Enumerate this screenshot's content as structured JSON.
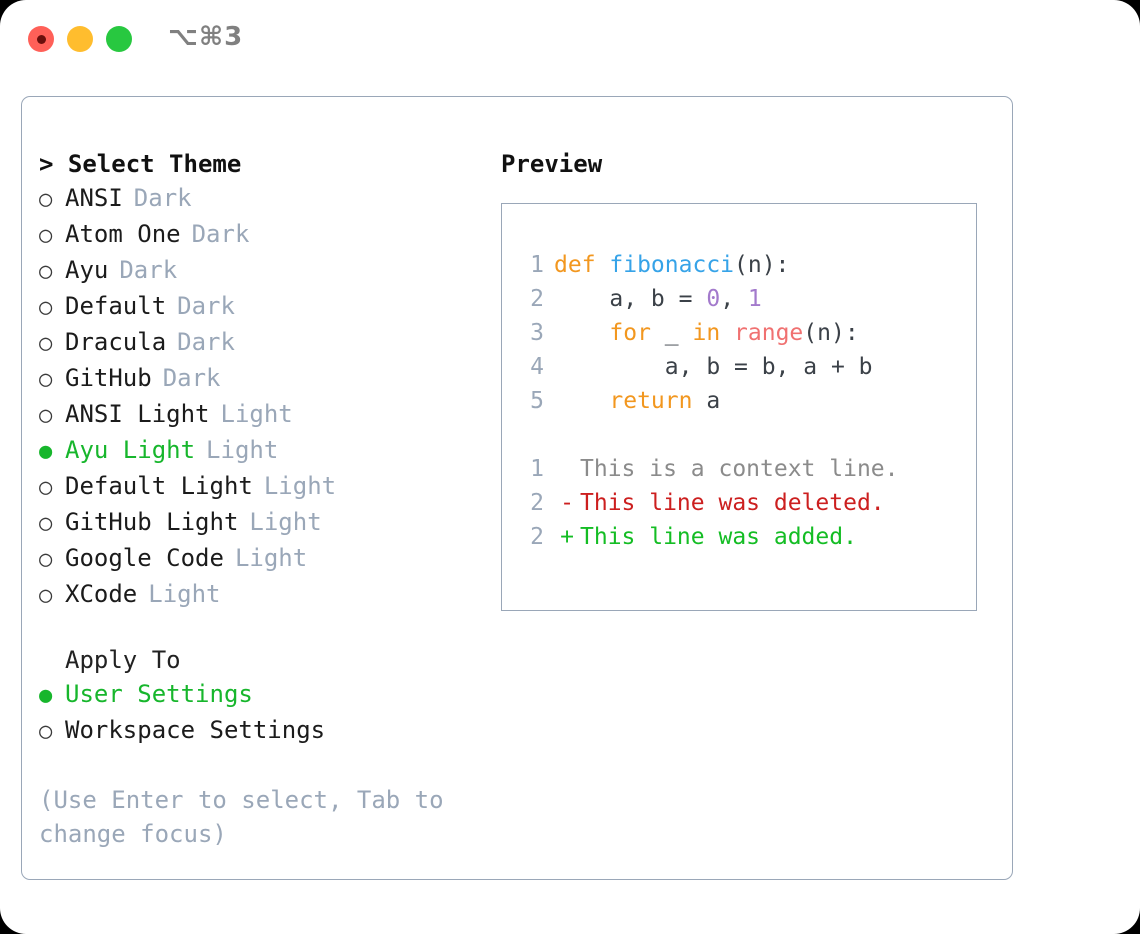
{
  "titlebar": {
    "shortcut": "⌥⌘3",
    "lights": [
      {
        "name": "close",
        "color": "#ff6058"
      },
      {
        "name": "minimize",
        "color": "#ffbd2e"
      },
      {
        "name": "maximize",
        "color": "#28c840"
      }
    ]
  },
  "theme_section": {
    "header": "> Select Theme",
    "options": [
      {
        "bullet": "○",
        "label": "ANSI",
        "meta": "Dark",
        "selected": false
      },
      {
        "bullet": "○",
        "label": "Atom One",
        "meta": "Dark",
        "selected": false
      },
      {
        "bullet": "○",
        "label": "Ayu",
        "meta": "Dark",
        "selected": false
      },
      {
        "bullet": "○",
        "label": "Default",
        "meta": "Dark",
        "selected": false
      },
      {
        "bullet": "○",
        "label": "Dracula",
        "meta": "Dark",
        "selected": false
      },
      {
        "bullet": "○",
        "label": "GitHub",
        "meta": "Dark",
        "selected": false
      },
      {
        "bullet": "○",
        "label": "ANSI Light",
        "meta": "Light",
        "selected": false
      },
      {
        "bullet": "●",
        "label": "Ayu Light",
        "meta": "Light",
        "selected": true
      },
      {
        "bullet": "○",
        "label": "Default Light",
        "meta": "Light",
        "selected": false
      },
      {
        "bullet": "○",
        "label": "GitHub Light",
        "meta": "Light",
        "selected": false
      },
      {
        "bullet": "○",
        "label": "Google Code",
        "meta": "Light",
        "selected": false
      },
      {
        "bullet": "○",
        "label": "XCode",
        "meta": "Light",
        "selected": false
      }
    ]
  },
  "apply_section": {
    "header": "Apply To",
    "options": [
      {
        "bullet": "●",
        "label": "User Settings",
        "selected": true
      },
      {
        "bullet": "○",
        "label": "Workspace Settings",
        "selected": false
      }
    ]
  },
  "hint": "(Use Enter to select, Tab to change focus)",
  "preview": {
    "title": "Preview",
    "code_lines": [
      {
        "num": "1",
        "tokens": [
          {
            "text": "def ",
            "cls": "tok-kw"
          },
          {
            "text": "fibonacci",
            "cls": "tok-fn"
          },
          {
            "text": "(n):",
            "cls": "tok-plain"
          }
        ]
      },
      {
        "num": "2",
        "tokens": [
          {
            "text": "    a, b = ",
            "cls": "tok-plain"
          },
          {
            "text": "0",
            "cls": "tok-num"
          },
          {
            "text": ", ",
            "cls": "tok-plain"
          },
          {
            "text": "1",
            "cls": "tok-num"
          }
        ]
      },
      {
        "num": "3",
        "tokens": [
          {
            "text": "    ",
            "cls": "tok-plain"
          },
          {
            "text": "for",
            "cls": "tok-kw"
          },
          {
            "text": " _ ",
            "cls": "tok-plain"
          },
          {
            "text": "in",
            "cls": "tok-kw"
          },
          {
            "text": " ",
            "cls": "tok-plain"
          },
          {
            "text": "range",
            "cls": "tok-builtin"
          },
          {
            "text": "(n):",
            "cls": "tok-plain"
          }
        ]
      },
      {
        "num": "4",
        "tokens": [
          {
            "text": "        a, b = b, a + b",
            "cls": "tok-plain"
          }
        ]
      },
      {
        "num": "5",
        "tokens": [
          {
            "text": "    ",
            "cls": "tok-plain"
          },
          {
            "text": "return",
            "cls": "tok-kw"
          },
          {
            "text": " a",
            "cls": "tok-plain"
          }
        ]
      }
    ],
    "diff_lines": [
      {
        "num": "1",
        "marker": " ",
        "text": "This is a context line.",
        "kind": "diff-ctx"
      },
      {
        "num": "2",
        "marker": "-",
        "text": "This line was deleted.",
        "kind": "diff-del"
      },
      {
        "num": "2",
        "marker": "+",
        "text": "This line was added.",
        "kind": "diff-add"
      }
    ]
  },
  "colors": {
    "accent_green": "#17b62c",
    "muted": "#9aa7b8",
    "keyword": "#f2971f",
    "function": "#36a3e8",
    "number": "#a37acc",
    "builtin": "#f07171",
    "diff_added": "#14bd24",
    "diff_deleted": "#cc1f1f",
    "border": "#9aa7b8"
  }
}
